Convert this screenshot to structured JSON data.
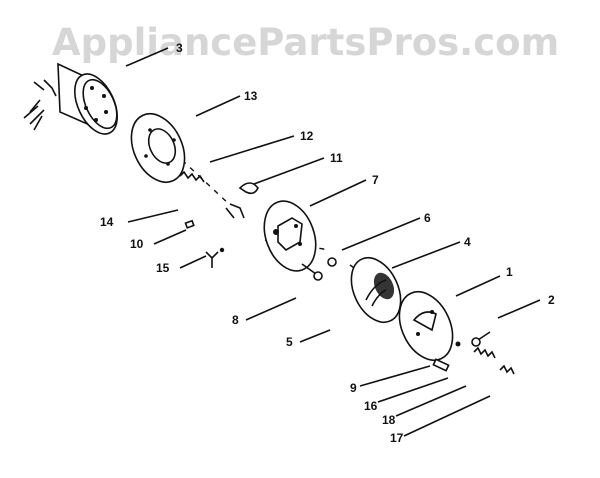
{
  "watermark": "AppliancePartsPros.com",
  "labels": {
    "n1": "1",
    "n2": "2",
    "n3": "3",
    "n4": "4",
    "n5": "5",
    "n6": "6",
    "n7": "7",
    "n8": "8",
    "n9": "9",
    "n10": "10",
    "n11": "11",
    "n12": "12",
    "n13": "13",
    "n14": "14",
    "n15": "15",
    "n16": "16",
    "n17": "17",
    "n18": "18"
  }
}
